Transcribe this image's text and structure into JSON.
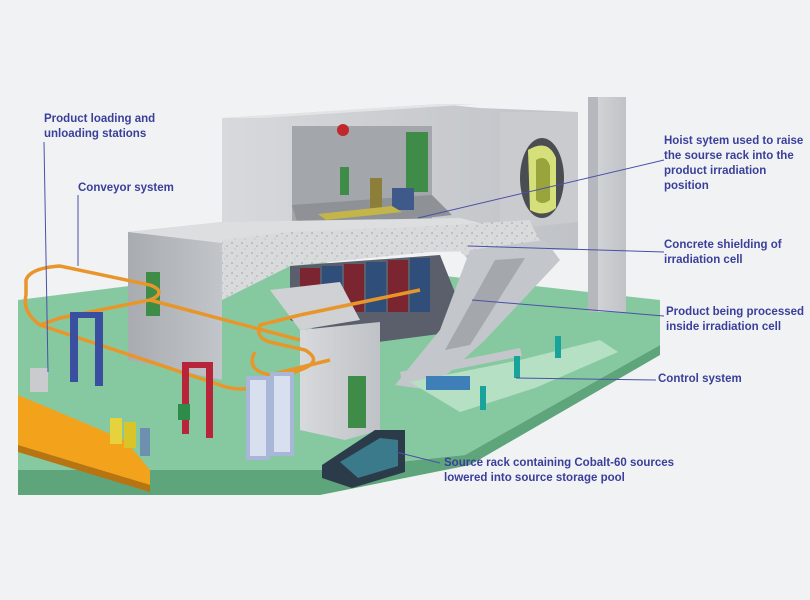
{
  "labels": {
    "loading": "Product loading and\nunloading stations",
    "conveyor": "Conveyor system",
    "hoist": "Hoist sytem used to raise\nthe sourse rack into the\nproduct irradiation position",
    "shielding": "Concrete shielding of\nirradiation cell",
    "product": "Product being processed\ninside irradiation cell",
    "control": "Control system",
    "source": "Source rack containing Cobalt-60 sources\nlowered into source storage pool"
  },
  "colors": {
    "label_text": "#3a3f9a",
    "leader_line": "#4a50a8",
    "ground": "#86c9a0",
    "concrete": "#c8cacd",
    "conveyor": "#e8962a",
    "pool": "#2b3b4a",
    "source_glow": "#d6e07a"
  }
}
